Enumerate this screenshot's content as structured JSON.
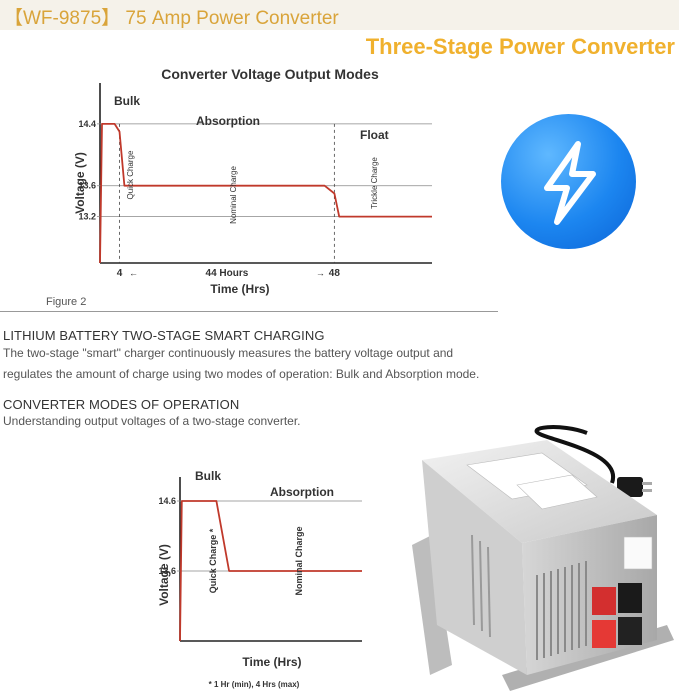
{
  "header": {
    "model": "【WF-9875】",
    "title": "75 Amp Power Converter"
  },
  "banner": "Three-Stage Power Converter",
  "figure1": {
    "caption": "Figure 2"
  },
  "section1": {
    "heading": "LITHIUM BATTERY TWO-STAGE SMART CHARGING",
    "body_line1": "The two-stage \"smart\" charger continuously measures the battery voltage output and",
    "body_line2": "regulates the amount of charge using two modes of operation: Bulk and Absorption  mode."
  },
  "section2": {
    "heading": "CONVERTER MODES OF OPERATION",
    "body": "Understanding output voltages of a two-stage converter."
  },
  "icons": {
    "lightning": "lightning-bolt-icon"
  },
  "colors": {
    "header_text": "#d9a43a",
    "banner_text": "#f0b12e",
    "curve": "#c0392b",
    "badge": "#1c86f0"
  },
  "chart_data": [
    {
      "type": "line",
      "title": "Converter Voltage Output Modes",
      "xlabel": "Time (Hrs)",
      "ylabel": "Voltage (V)",
      "y_ticks": [
        13.2,
        13.6,
        14.4
      ],
      "x_ticks": [
        4,
        48
      ],
      "span_label": "44 Hours",
      "xlim": [
        0,
        68
      ],
      "ylim": [
        12.6,
        14.8
      ],
      "series": [
        {
          "x": [
            0,
            0.4,
            1,
            3,
            4,
            5,
            46,
            48,
            49,
            68
          ],
          "y": [
            12.6,
            14.4,
            14.4,
            14.4,
            14.3,
            13.6,
            13.6,
            13.5,
            13.2,
            13.2
          ]
        }
      ],
      "phase_labels": [
        "Bulk",
        "Absorption",
        "Float"
      ],
      "region_labels": [
        "Quick Charge",
        "Nominal Charge",
        "Trickle Charge"
      ]
    },
    {
      "type": "line",
      "xlabel": "Time (Hrs)",
      "ylabel": "Voltage (V)",
      "y_ticks": [
        13.6,
        14.6
      ],
      "xlim": [
        0,
        10
      ],
      "ylim": [
        12.6,
        14.8
      ],
      "series": [
        {
          "x": [
            0,
            0.1,
            1,
            2,
            2.7,
            10
          ],
          "y": [
            12.6,
            14.6,
            14.6,
            14.6,
            13.6,
            13.6
          ]
        }
      ],
      "phase_labels": [
        "Bulk",
        "Absorption"
      ],
      "region_labels": [
        "Quick Charge *",
        "Nominal Charge"
      ],
      "footnote": "* 1 Hr (min), 4 Hrs (max)"
    }
  ]
}
